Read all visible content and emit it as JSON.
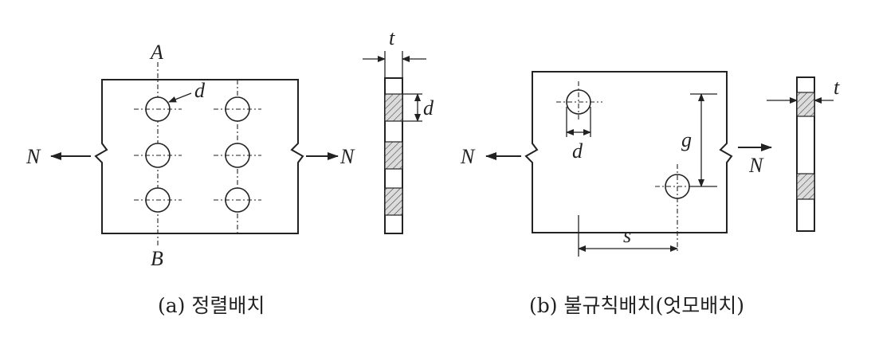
{
  "figure_a": {
    "caption": "(a) 정렬배치",
    "label_A": "A",
    "label_B": "B",
    "label_d": "d",
    "label_N_left": "N",
    "label_N_right": "N",
    "section_t": "t",
    "section_d": "d"
  },
  "figure_b": {
    "caption": "(b) 불규칙배치(엇모배치)",
    "label_d": "d",
    "label_g": "g",
    "label_s": "s",
    "label_N_left": "N",
    "label_N_right": "N",
    "section_t": "t"
  }
}
